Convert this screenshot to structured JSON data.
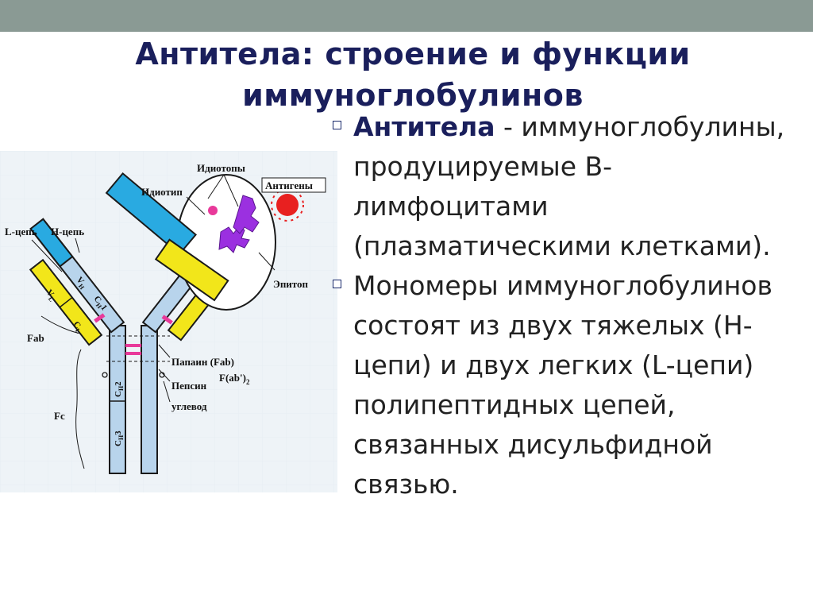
{
  "title": {
    "line1": "Антитела: строение и функции",
    "line2": "иммуноглобулинов"
  },
  "diagram": {
    "labels": {
      "l_chain": "L-цепь",
      "h_chain": "H-цепь",
      "fab": "Fab",
      "fc": "Fc",
      "idiotopes": "Идиотопы",
      "idiotype": "Идиотип",
      "antigens": "Антигены",
      "epitope": "Эпитоп",
      "papain": "Папаин (Fab)",
      "fab2": "F(ab')",
      "fab2_sub": "2",
      "pepsin": "Пепсин",
      "carbohydrate": "углевод",
      "vh": "V",
      "vh_sub": "H",
      "ch1": "C",
      "ch1_sub": "H",
      "ch1_num": "1",
      "vl": "V",
      "vl_sub": "L",
      "cl": "C",
      "cl_sub": "L",
      "ch2": "C",
      "ch2_sub": "H",
      "ch2_num": "2",
      "ch3": "C",
      "ch3_sub": "H",
      "ch3_num": "3"
    },
    "colors": {
      "heavy_variable": "#29aae1",
      "heavy_constant": "#b8d4ec",
      "light_chain": "#f2e61a",
      "disulfide": "#e8399a",
      "antigen": "#9b30e0",
      "antigen_particle": "#e82020"
    }
  },
  "bullets": [
    {
      "term": "Антитела",
      "text": " - иммуноглобулины, продуцируемые В-лимфоцитами (плазматическими клетками)."
    },
    {
      "term": "",
      "text": " Мономеры иммуноглобулинов состоят из двух тяжелых (Н-цепи) и двух легких (L-цепи) полипептидных цепей, связанных дисульфидной связью."
    }
  ]
}
